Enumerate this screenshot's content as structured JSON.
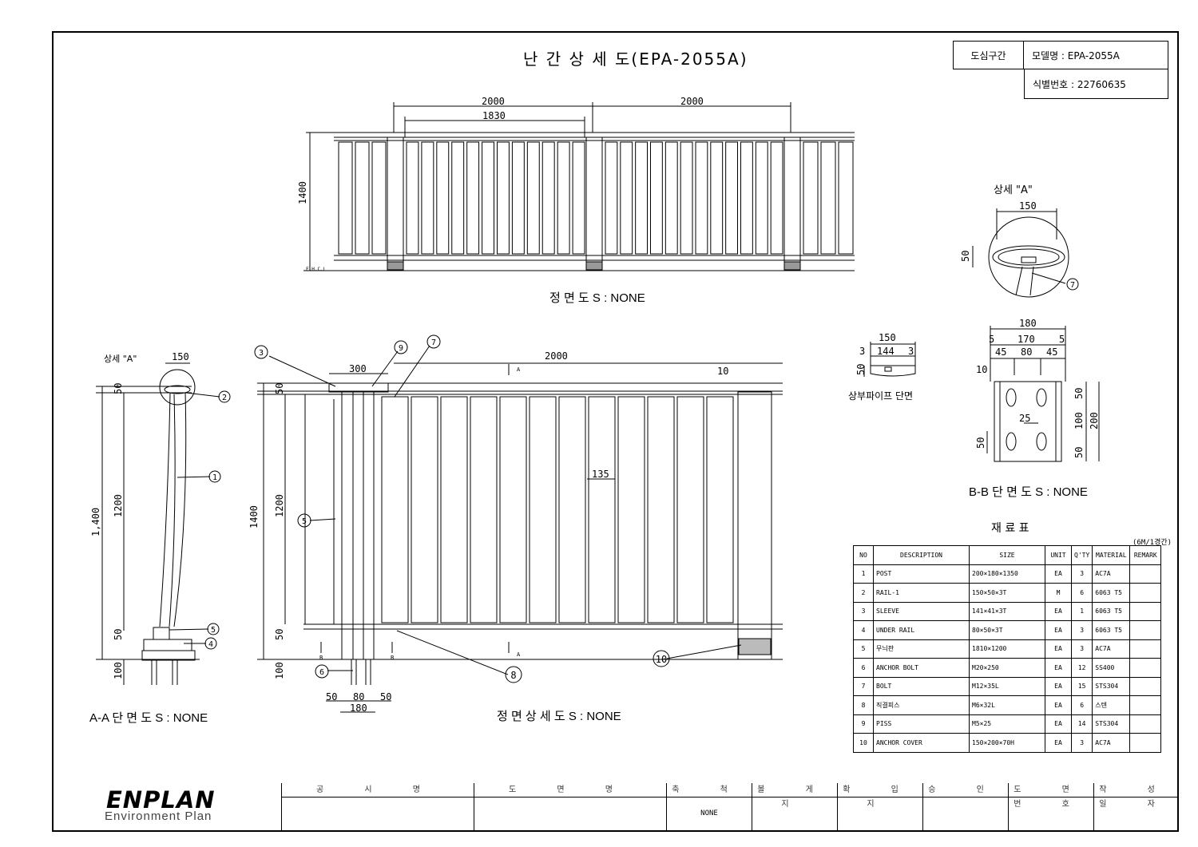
{
  "title": "난 간 상 세 도(EPA-2055A)",
  "id_box": {
    "section": "도심구간",
    "model": "모델명 : EPA-2055A",
    "serial": "식별번호 : 22760635"
  },
  "captions": {
    "front": "정 면 도 S : NONE",
    "section_aa": "A-A 단 면 도 S : NONE",
    "front_detail": "정 면 상 세 도 S : NONE",
    "section_bb": "B-B 단 면 도 S : NONE",
    "detail_a": "상세 \"A\"",
    "detail_a_small": "상세 \"A\"",
    "pipe_section": "상부파이프 단면",
    "materials_title": "재 료 표",
    "materials_note": "(6M/1경간)"
  },
  "dims": {
    "front_top_1": "2000",
    "front_top_2": "2000",
    "front_inner": "1830",
    "front_height": "1400",
    "fh_label": "F.H.C.L",
    "detail_a_w": "150",
    "detail_a_h": "50",
    "aa_top": "150",
    "aa_total": "1,400",
    "aa_mid": "1200",
    "aa_50a": "50",
    "aa_50b": "50",
    "aa_100": "100",
    "fd_2000": "2000",
    "fd_300": "300",
    "fd_10": "10",
    "fd_135": "135",
    "fd_1400": "1400",
    "fd_1200": "1200",
    "fd_50a": "50",
    "fd_50b": "50",
    "fd_100": "100",
    "fd_bot_50a": "50",
    "fd_bot_80": "80",
    "fd_bot_50b": "50",
    "fd_bot_180": "180",
    "pipe_150": "150",
    "pipe_144": "144",
    "pipe_3a": "3",
    "pipe_3b": "3",
    "pipe_50": "50",
    "bb_180": "180",
    "bb_170": "170",
    "bb_5a": "5",
    "bb_5b": "5",
    "bb_45a": "45",
    "bb_80": "80",
    "bb_45b": "45",
    "bb_10": "10",
    "bb_25": "25",
    "bb_50a": "50",
    "bb_100": "100",
    "bb_50b": "50",
    "bb_200": "200",
    "bb_50c": "50",
    "section_a": "A",
    "section_a2": "A",
    "section_b": "B",
    "section_b2": "B"
  },
  "callouts": [
    "1",
    "2",
    "3",
    "4",
    "5",
    "6",
    "7",
    "8",
    "9",
    "10"
  ],
  "materials": {
    "headers": [
      "NO",
      "DESCRIPTION",
      "SIZE",
      "UNIT",
      "Q'TY",
      "MATERIAL",
      "REMARK"
    ],
    "rows": [
      [
        "1",
        "POST",
        "200×180×1350",
        "EA",
        "3",
        "AC7A",
        ""
      ],
      [
        "2",
        "RAIL-1",
        "150×50×3T",
        "M",
        "6",
        "6063 T5",
        ""
      ],
      [
        "3",
        "SLEEVE",
        "141×41×3T",
        "EA",
        "1",
        "6063 T5",
        ""
      ],
      [
        "4",
        "UNDER RAIL",
        "80×50×3T",
        "EA",
        "3",
        "6063 T5",
        ""
      ],
      [
        "5",
        "무늬판",
        "1810×1200",
        "EA",
        "3",
        "AC7A",
        ""
      ],
      [
        "6",
        "ANCHOR BOLT",
        "M20×250",
        "EA",
        "12",
        "SS400",
        ""
      ],
      [
        "7",
        "BOLT",
        "M12×35L",
        "EA",
        "15",
        "STS304",
        ""
      ],
      [
        "8",
        "직결피스",
        "M6×32L",
        "EA",
        "6",
        "스텐",
        ""
      ],
      [
        "9",
        "PISS",
        "M5×25",
        "EA",
        "14",
        "STS304",
        ""
      ],
      [
        "10",
        "ANCHOR COVER",
        "150×200×70H",
        "EA",
        "3",
        "AC7A",
        ""
      ]
    ]
  },
  "title_block": {
    "logo": "ENPLAN",
    "logo_sub": "Environment Plan",
    "cols": [
      {
        "label": "공 시 명",
        "value": ""
      },
      {
        "label": "도 면 명",
        "value": ""
      },
      {
        "label": "축 척",
        "value": "NONE"
      },
      {
        "label": "볼 게 지",
        "value": ""
      },
      {
        "label": "확 입 지",
        "value": ""
      },
      {
        "label": "승 인",
        "value": ""
      },
      {
        "label": "도 면 번 호",
        "value": ""
      },
      {
        "label": "작 성 일 자",
        "value": ""
      }
    ]
  },
  "colors": {
    "line": "#000000",
    "background": "#ffffff",
    "hatch": "#888888"
  }
}
